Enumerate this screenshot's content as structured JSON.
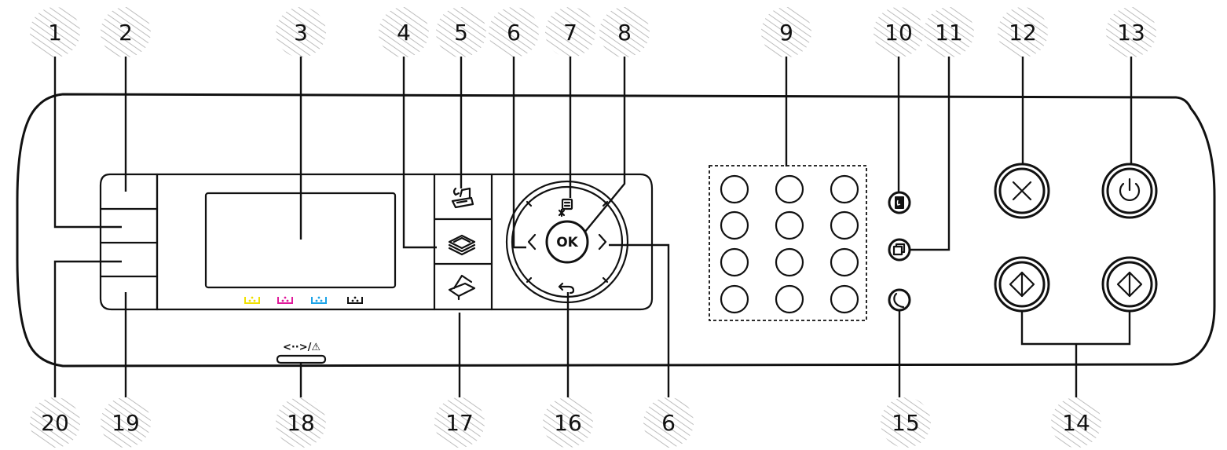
{
  "callouts": [
    {
      "id": "c1",
      "num": "1"
    },
    {
      "id": "c2",
      "num": "2"
    },
    {
      "id": "c3",
      "num": "3"
    },
    {
      "id": "c4",
      "num": "4"
    },
    {
      "id": "c5",
      "num": "5"
    },
    {
      "id": "c6a",
      "num": "6"
    },
    {
      "id": "c7",
      "num": "7"
    },
    {
      "id": "c8",
      "num": "8"
    },
    {
      "id": "c9",
      "num": "9"
    },
    {
      "id": "c10",
      "num": "10"
    },
    {
      "id": "c11",
      "num": "11"
    },
    {
      "id": "c12",
      "num": "12"
    },
    {
      "id": "c13",
      "num": "13"
    },
    {
      "id": "c14",
      "num": "14"
    },
    {
      "id": "c15",
      "num": "15"
    },
    {
      "id": "c16",
      "num": "16"
    },
    {
      "id": "c17",
      "num": "17"
    },
    {
      "id": "c18",
      "num": "18"
    },
    {
      "id": "c19",
      "num": "19"
    },
    {
      "id": "c20",
      "num": "20"
    },
    {
      "id": "c6b",
      "num": "6"
    }
  ],
  "panel": {
    "ok_label": "OK",
    "status_label": "<··>/⚠",
    "toner_colors": [
      "#f0e000",
      "#e0199a",
      "#1aa3e8",
      "#111111"
    ]
  }
}
